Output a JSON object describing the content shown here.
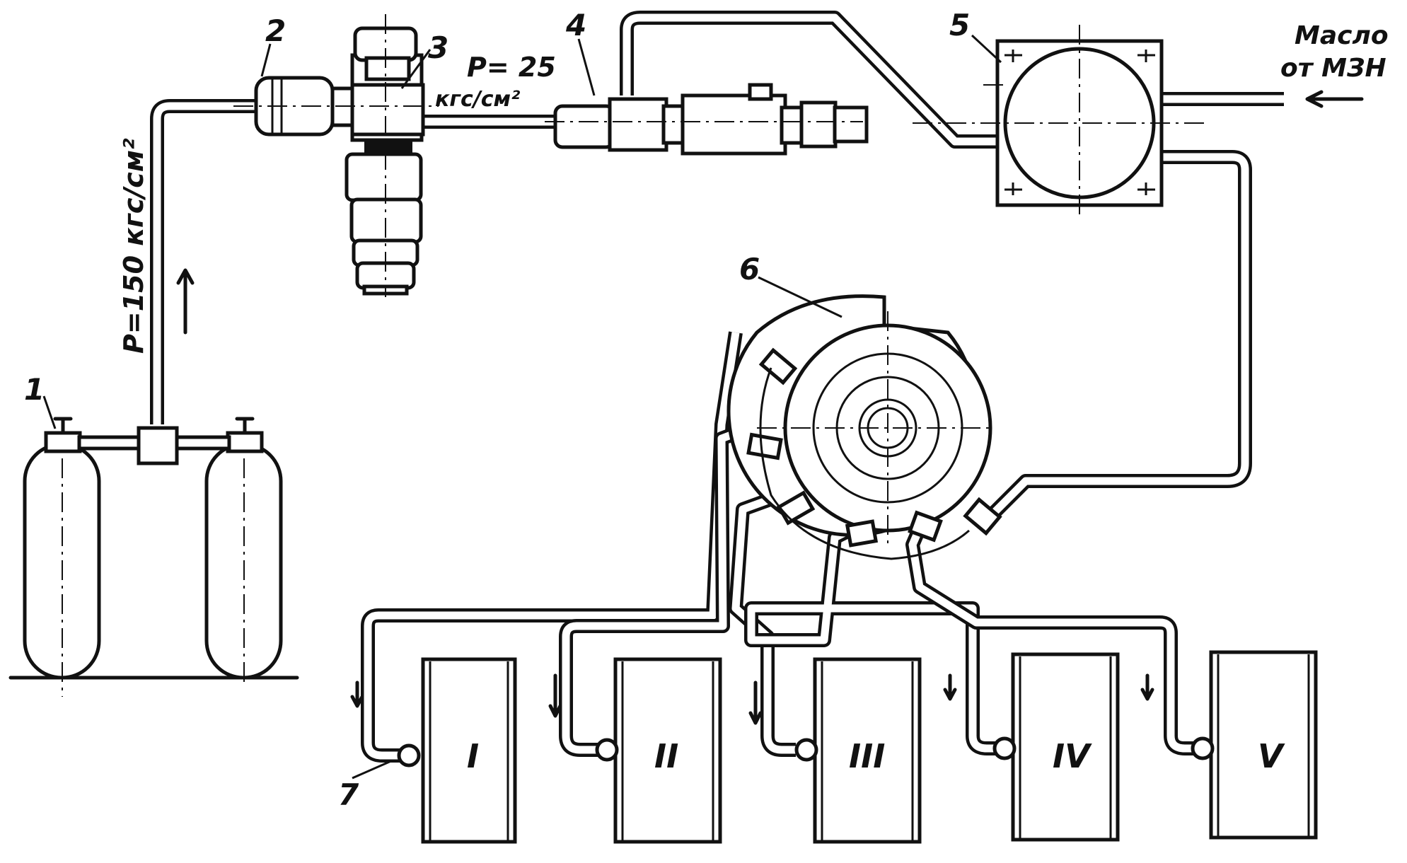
{
  "labels": {
    "n1": "1",
    "n2": "2",
    "n3": "3",
    "n4": "4",
    "n5": "5",
    "n6": "6",
    "n7": "7"
  },
  "pressure_high": "P=150 кгс/см²",
  "pressure_low_value": "P= 25",
  "pressure_low_unit": "кгс/см²",
  "oil_line1": "Масло",
  "oil_line2": "от МЗН",
  "cylinders": [
    "I",
    "II",
    "III",
    "IV",
    "V"
  ]
}
